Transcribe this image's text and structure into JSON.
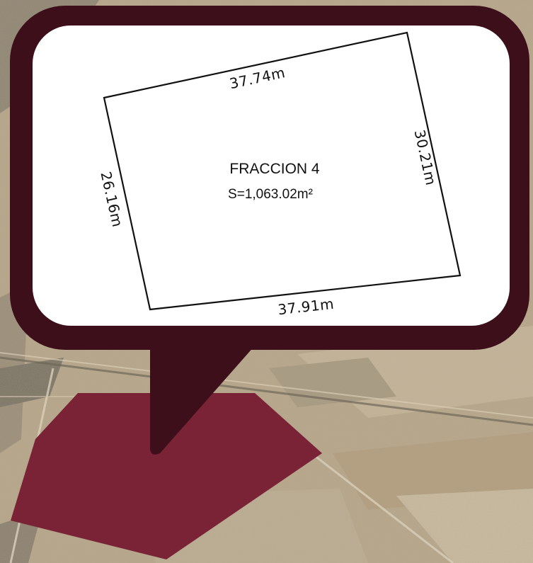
{
  "plot": {
    "name": "FRACCION 4",
    "area": "S=1,063.02m²"
  },
  "dimensions": {
    "top": "37.74m",
    "right": "30.21m",
    "bottom": "37.91m",
    "left": "26.16m"
  },
  "colors": {
    "callout_frame": "#3d0f1a",
    "callout_fill": "#ffffff",
    "parcel_fill": "#7a2336",
    "outline": "#111111"
  }
}
